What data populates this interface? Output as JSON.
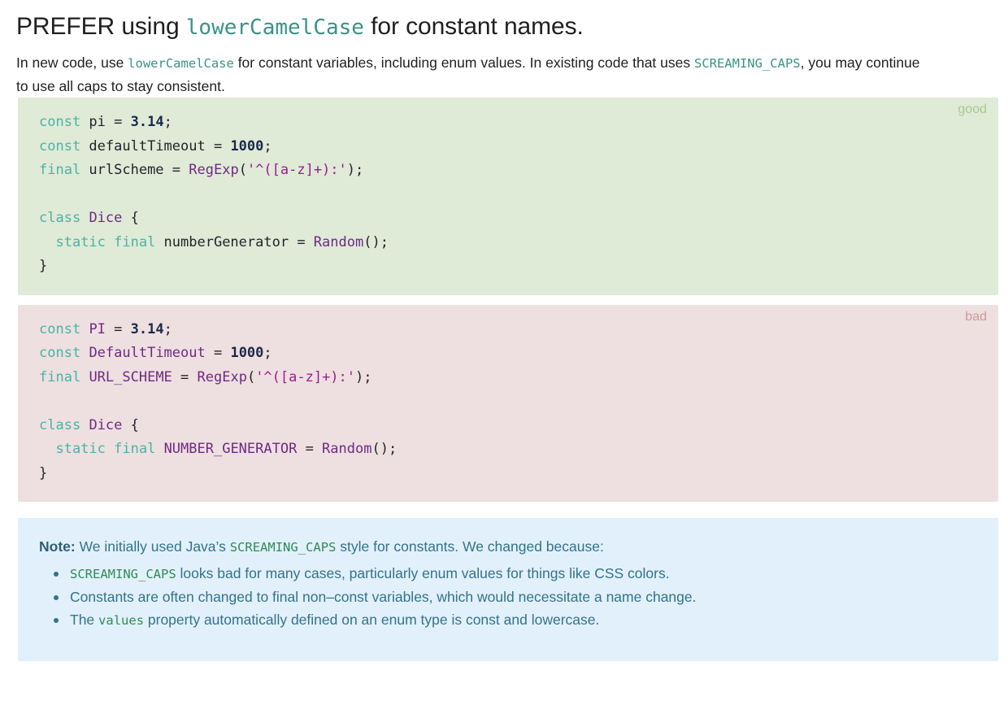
{
  "title": {
    "before": "PREFER using ",
    "code": "lowerCamelCase",
    "after": " for constant names."
  },
  "intro": {
    "seg1": "In new code, use ",
    "code1": "lowerCamelCase",
    "seg2": " for constant variables, including enum values. In existing code that uses ",
    "code2": "SCREAMING_CAPS",
    "seg3": ", you may continue to use all caps to stay consistent."
  },
  "good_block": {
    "label": "good",
    "background": "#dfead7",
    "label_color": "#a9c98c",
    "lines": [
      {
        "tokens": [
          {
            "t": "const",
            "c": "kw"
          },
          {
            "t": " pi ",
            "c": "pl"
          },
          {
            "t": "= ",
            "c": "pl"
          },
          {
            "t": "3.14",
            "c": "num"
          },
          {
            "t": ";",
            "c": "pl"
          }
        ]
      },
      {
        "tokens": [
          {
            "t": "const",
            "c": "kw"
          },
          {
            "t": " defaultTimeout ",
            "c": "pl"
          },
          {
            "t": "= ",
            "c": "pl"
          },
          {
            "t": "1000",
            "c": "num"
          },
          {
            "t": ";",
            "c": "pl"
          }
        ]
      },
      {
        "tokens": [
          {
            "t": "final",
            "c": "kw"
          },
          {
            "t": " urlScheme ",
            "c": "pl"
          },
          {
            "t": "= ",
            "c": "pl"
          },
          {
            "t": "RegExp",
            "c": "cls"
          },
          {
            "t": "(",
            "c": "pl"
          },
          {
            "t": "'^([a-z]+):'",
            "c": "str"
          },
          {
            "t": ");",
            "c": "pl"
          }
        ]
      },
      {
        "tokens": []
      },
      {
        "tokens": [
          {
            "t": "class",
            "c": "kw"
          },
          {
            "t": " ",
            "c": "pl"
          },
          {
            "t": "Dice",
            "c": "cls"
          },
          {
            "t": " {",
            "c": "pl"
          }
        ]
      },
      {
        "tokens": [
          {
            "t": "  ",
            "c": "pl"
          },
          {
            "t": "static final",
            "c": "kw"
          },
          {
            "t": " numberGenerator ",
            "c": "pl"
          },
          {
            "t": "= ",
            "c": "pl"
          },
          {
            "t": "Random",
            "c": "cls"
          },
          {
            "t": "();",
            "c": "pl"
          }
        ]
      },
      {
        "tokens": [
          {
            "t": "}",
            "c": "pl"
          }
        ]
      }
    ]
  },
  "bad_block": {
    "label": "bad",
    "background": "#eedfe0",
    "label_color": "#cf9a9a",
    "lines": [
      {
        "tokens": [
          {
            "t": "const",
            "c": "kw"
          },
          {
            "t": " ",
            "c": "pl"
          },
          {
            "t": "PI",
            "c": "cls"
          },
          {
            "t": " = ",
            "c": "pl"
          },
          {
            "t": "3.14",
            "c": "num"
          },
          {
            "t": ";",
            "c": "pl"
          }
        ]
      },
      {
        "tokens": [
          {
            "t": "const",
            "c": "kw"
          },
          {
            "t": " ",
            "c": "pl"
          },
          {
            "t": "DefaultTimeout",
            "c": "cls"
          },
          {
            "t": " = ",
            "c": "pl"
          },
          {
            "t": "1000",
            "c": "num"
          },
          {
            "t": ";",
            "c": "pl"
          }
        ]
      },
      {
        "tokens": [
          {
            "t": "final",
            "c": "kw"
          },
          {
            "t": " ",
            "c": "pl"
          },
          {
            "t": "URL_SCHEME",
            "c": "cls"
          },
          {
            "t": " = ",
            "c": "pl"
          },
          {
            "t": "RegExp",
            "c": "cls"
          },
          {
            "t": "(",
            "c": "pl"
          },
          {
            "t": "'^([a-z]+):'",
            "c": "str"
          },
          {
            "t": ");",
            "c": "pl"
          }
        ]
      },
      {
        "tokens": []
      },
      {
        "tokens": [
          {
            "t": "class",
            "c": "kw"
          },
          {
            "t": " ",
            "c": "pl"
          },
          {
            "t": "Dice",
            "c": "cls"
          },
          {
            "t": " {",
            "c": "pl"
          }
        ]
      },
      {
        "tokens": [
          {
            "t": "  ",
            "c": "pl"
          },
          {
            "t": "static final",
            "c": "kw"
          },
          {
            "t": " ",
            "c": "pl"
          },
          {
            "t": "NUMBER_GENERATOR",
            "c": "cls"
          },
          {
            "t": " = ",
            "c": "pl"
          },
          {
            "t": "Random",
            "c": "cls"
          },
          {
            "t": "();",
            "c": "pl"
          }
        ]
      },
      {
        "tokens": [
          {
            "t": "}",
            "c": "pl"
          }
        ]
      }
    ]
  },
  "note": {
    "background": "#e2f0fb",
    "strong": "Note:",
    "lead_seg1": " We initially used Java’s ",
    "lead_code": "SCREAMING_CAPS",
    "lead_seg2": " style for constants. We changed because:",
    "bullets": [
      {
        "parts": [
          {
            "t": "SCREAMING_CAPS",
            "c": "code"
          },
          {
            "t": " looks bad for many cases, particularly enum values for things like CSS colors.",
            "c": "text"
          }
        ]
      },
      {
        "parts": [
          {
            "t": "Constants are often changed to final non–const variables, which would necessitate a name change.",
            "c": "text"
          }
        ]
      },
      {
        "parts": [
          {
            "t": "The ",
            "c": "text"
          },
          {
            "t": "values",
            "c": "code"
          },
          {
            "t": " property automatically defined on an enum type is const and lowercase.",
            "c": "text"
          }
        ]
      }
    ]
  }
}
